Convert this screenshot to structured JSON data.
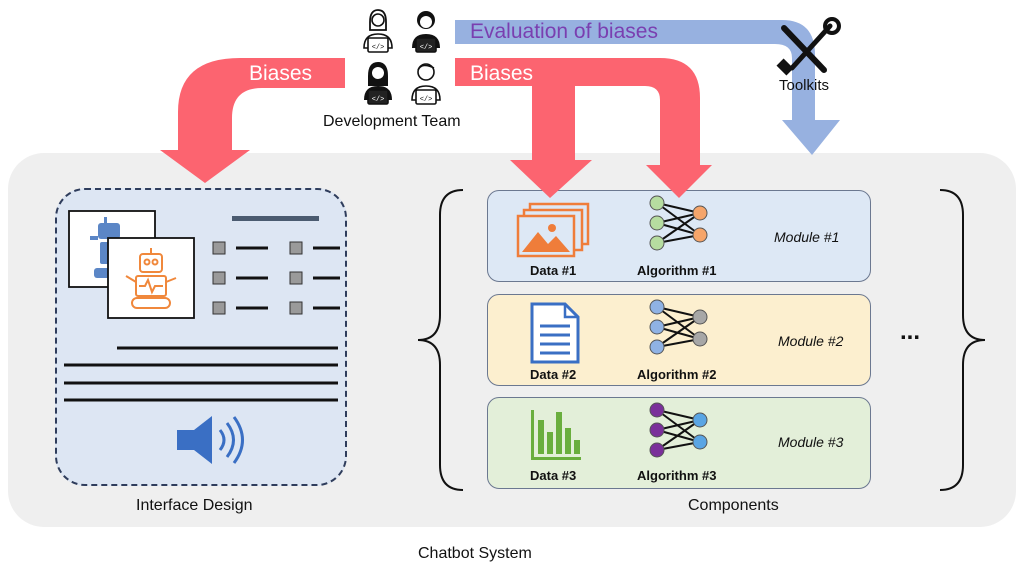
{
  "diagram": {
    "team_label": "Development Team",
    "arrows": {
      "biases_left": "Biases",
      "biases_right": "Biases",
      "evaluation": "Evaluation of biases"
    },
    "toolkits_label": "Toolkits",
    "interface_label": "Interface Design",
    "components_label": "Components",
    "system_label": "Chatbot System",
    "ellipsis": "...",
    "modules": [
      {
        "title": "Module #1",
        "data_label": "Data #1",
        "algorithm_label": "Algorithm #1",
        "color": "#dde8f5",
        "data_icon": "image-icon"
      },
      {
        "title": "Module #2",
        "data_label": "Data #2",
        "algorithm_label": "Algorithm #2",
        "color": "#fcefcf",
        "data_icon": "document-icon"
      },
      {
        "title": "Module #3",
        "data_label": "Data #3",
        "algorithm_label": "Algorithm #3",
        "color": "#e3efd9",
        "data_icon": "bar-chart-icon"
      }
    ],
    "colors": {
      "bias_arrow": "#fc6470",
      "evaluation_arrow": "#97b1e0",
      "evaluation_text": "#7a3fb0",
      "system_bg": "#efefef",
      "interface_bg": "#dde6f3"
    }
  }
}
